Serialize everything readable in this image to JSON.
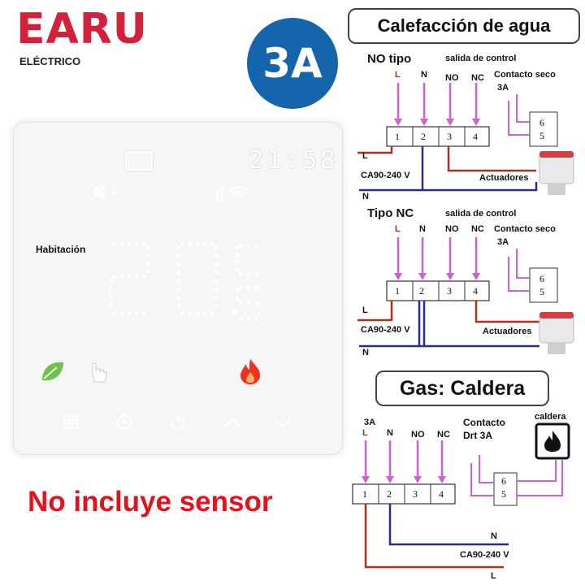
{
  "brand": {
    "name": "EARU",
    "subtitle": "ELÉCTRICO"
  },
  "badge": {
    "text": "3A"
  },
  "thermostat": {
    "time": "21:58",
    "room_label": "Habitación",
    "temperature_display": "20.5"
  },
  "bottom_note": "No incluye sensor",
  "diagram": {
    "section_water": "Calefacción de agua",
    "no_type": "NO tipo",
    "nc_type": "Tipo NC",
    "control_output": "salida de control",
    "dry_contact": "Contacto seco",
    "amp": "3A",
    "terminal_L": "L",
    "terminal_N": "N",
    "terminal_NO": "NO",
    "terminal_NC": "NC",
    "tilde": "~",
    "terminals": [
      "1",
      "2",
      "3",
      "4"
    ],
    "relay_terminals": [
      "6",
      "5"
    ],
    "wire_L": "L",
    "wire_N": "N",
    "voltage": "CA90-240 V",
    "actuators": "Actuadores",
    "section_gas": "Gas: Caldera",
    "gas_contact_1": "Contacto",
    "gas_contact_2": "Drt 3A",
    "boiler": "caldera"
  },
  "colors": {
    "brand_red": "#d4203a",
    "badge_blue": "#1565ad",
    "note_red": "#e4121d",
    "wire_pink": "#d060d8",
    "wire_red": "#b03020",
    "wire_blue": "#2a2a9e",
    "leaf_green": "#6cc24a",
    "flame_red": "#f03020"
  }
}
